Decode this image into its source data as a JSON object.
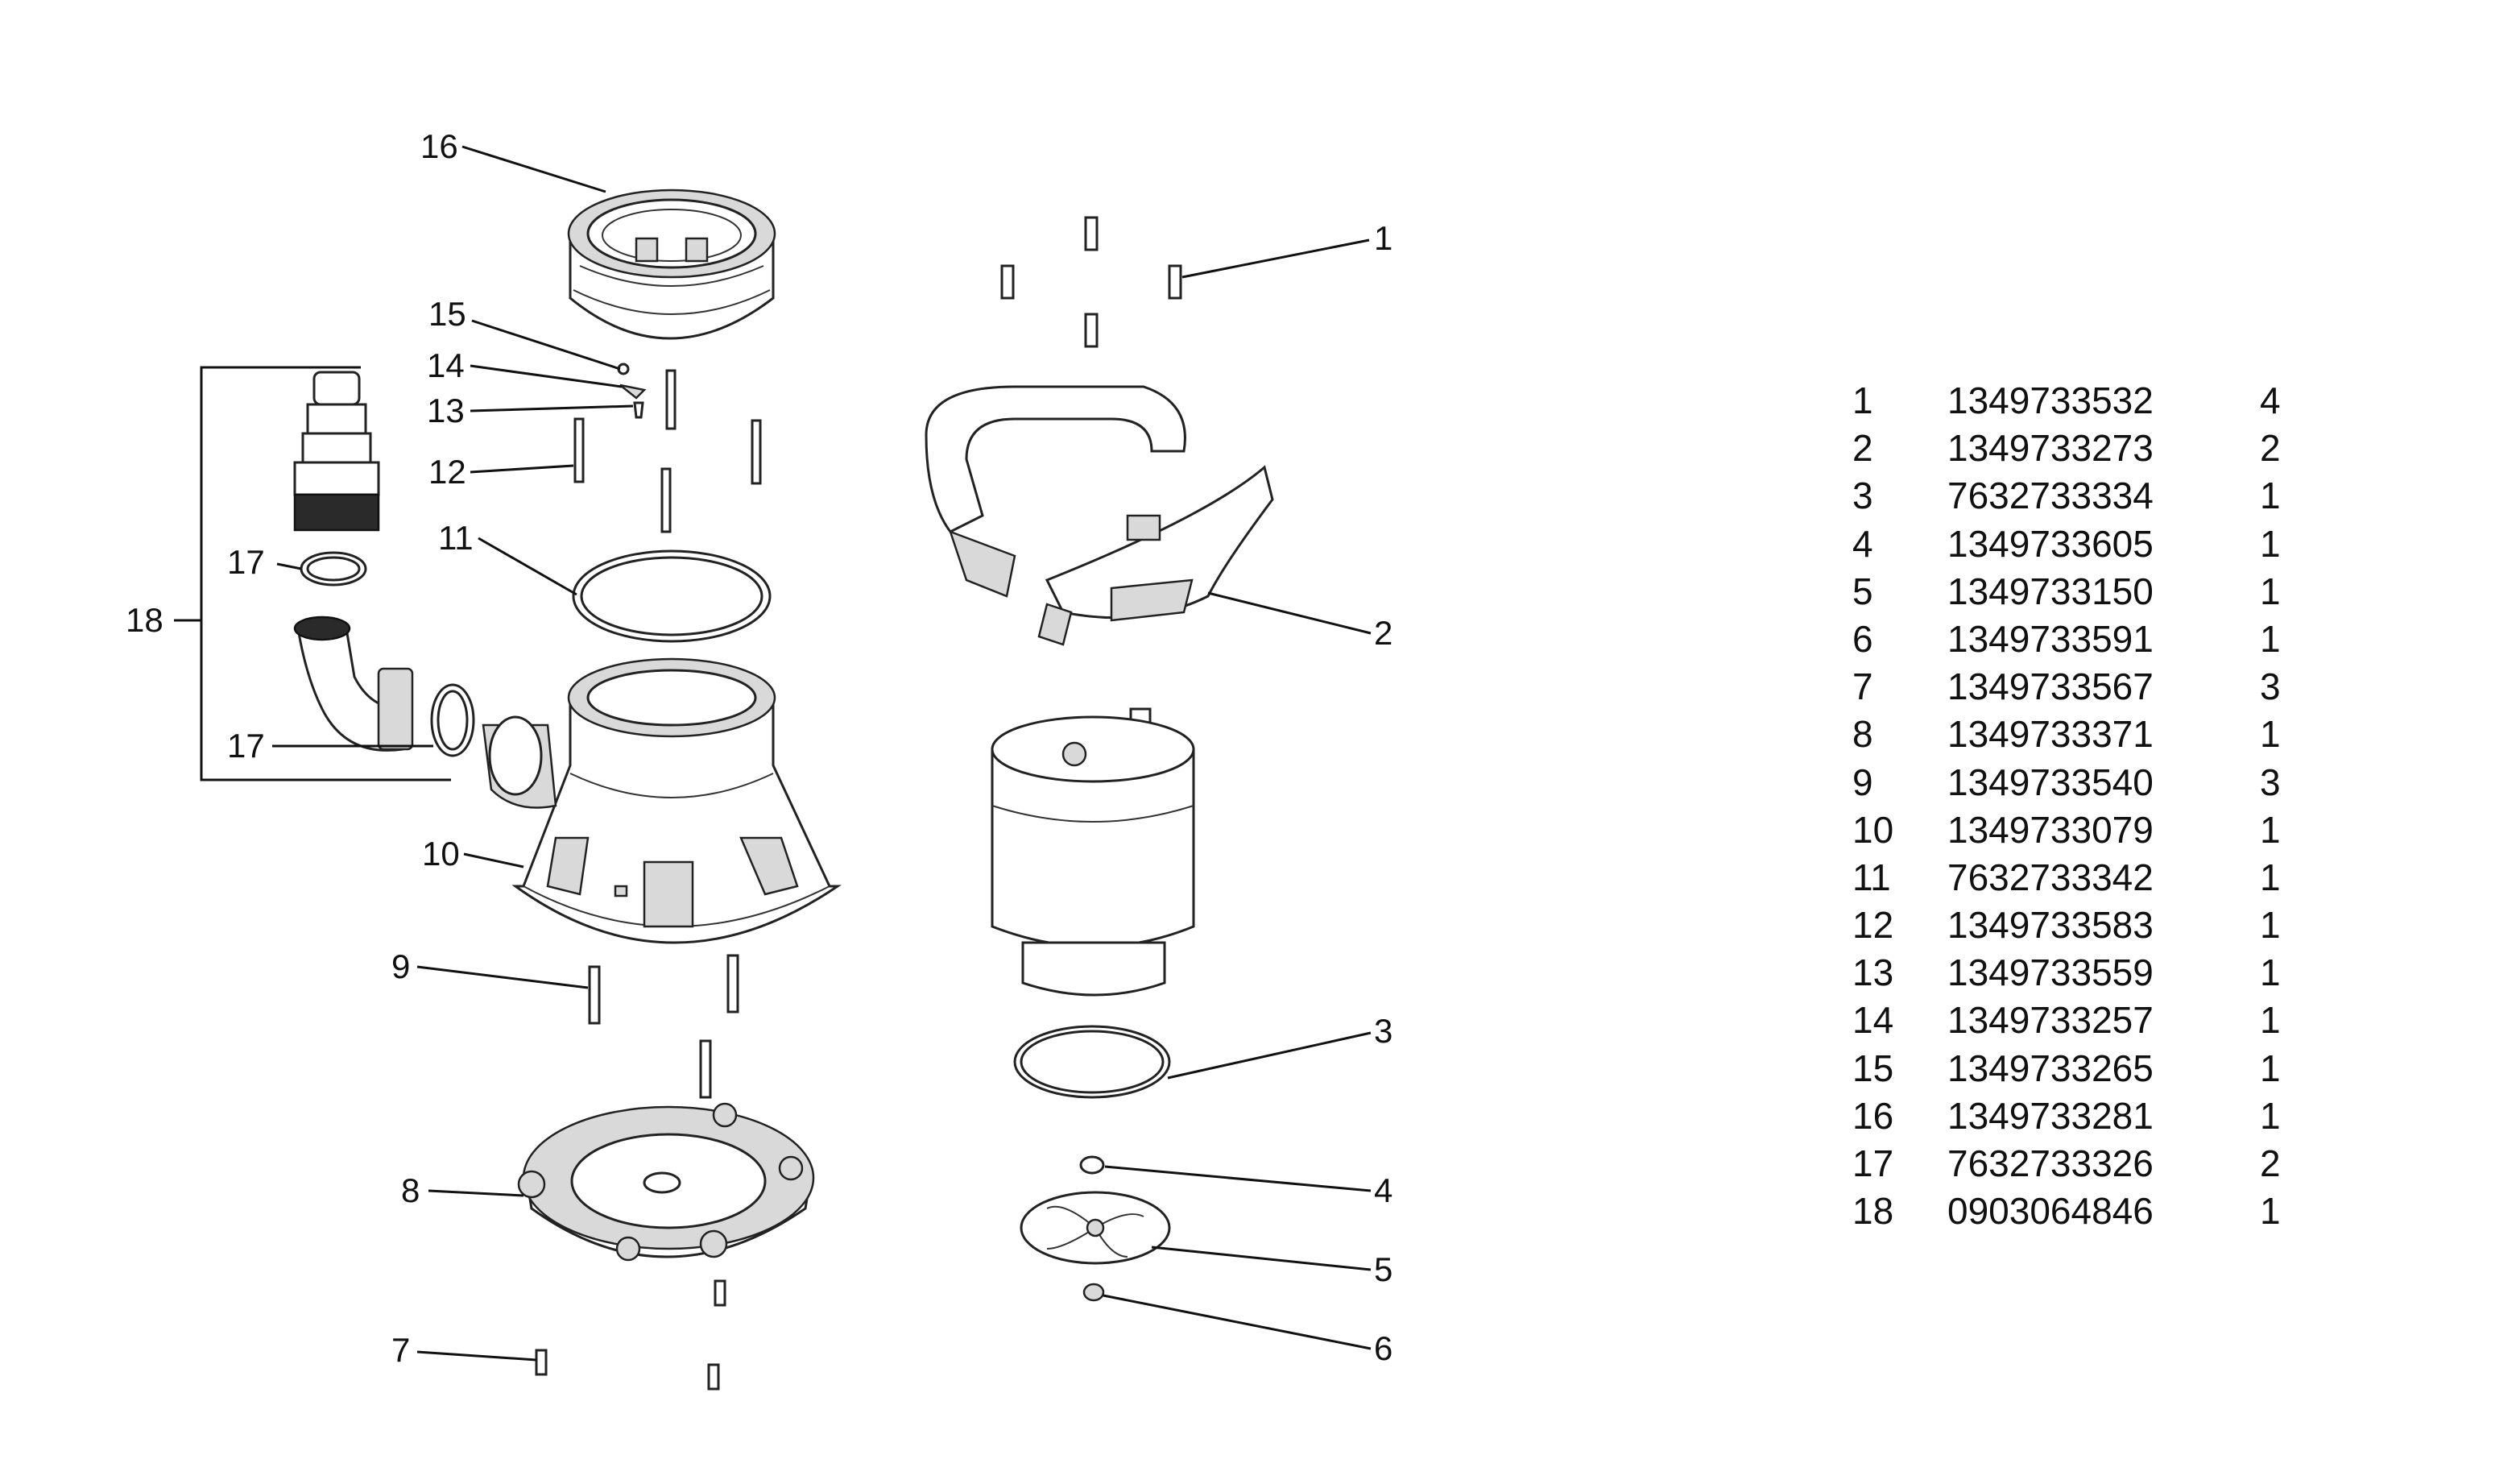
{
  "callouts": {
    "c1": "1",
    "c2": "2",
    "c3": "3",
    "c4": "4",
    "c5": "5",
    "c6": "6",
    "c7": "7",
    "c8": "8",
    "c9": "9",
    "c10": "10",
    "c11": "11",
    "c12": "12",
    "c13": "13",
    "c14": "14",
    "c15": "15",
    "c16": "16",
    "c17a": "17",
    "c17b": "17",
    "c18": "18"
  },
  "parts_table": [
    {
      "pos": "1",
      "number": "1349733532",
      "qty": "4"
    },
    {
      "pos": "2",
      "number": "1349733273",
      "qty": "2"
    },
    {
      "pos": "3",
      "number": "7632733334",
      "qty": "1"
    },
    {
      "pos": "4",
      "number": "1349733605",
      "qty": "1"
    },
    {
      "pos": "5",
      "number": "1349733150",
      "qty": "1"
    },
    {
      "pos": "6",
      "number": "1349733591",
      "qty": "1"
    },
    {
      "pos": "7",
      "number": "1349733567",
      "qty": "3"
    },
    {
      "pos": "8",
      "number": "1349733371",
      "qty": "1"
    },
    {
      "pos": "9",
      "number": "1349733540",
      "qty": "3"
    },
    {
      "pos": "10",
      "number": "1349733079",
      "qty": "1"
    },
    {
      "pos": "11",
      "number": "7632733342",
      "qty": "1"
    },
    {
      "pos": "12",
      "number": "1349733583",
      "qty": "1"
    },
    {
      "pos": "13",
      "number": "1349733559",
      "qty": "1"
    },
    {
      "pos": "14",
      "number": "1349733257",
      "qty": "1"
    },
    {
      "pos": "15",
      "number": "1349733265",
      "qty": "1"
    },
    {
      "pos": "16",
      "number": "1349733281",
      "qty": "1"
    },
    {
      "pos": "17",
      "number": "7632733326",
      "qty": "2"
    },
    {
      "pos": "18",
      "number": "0903064846",
      "qty": "1"
    }
  ]
}
